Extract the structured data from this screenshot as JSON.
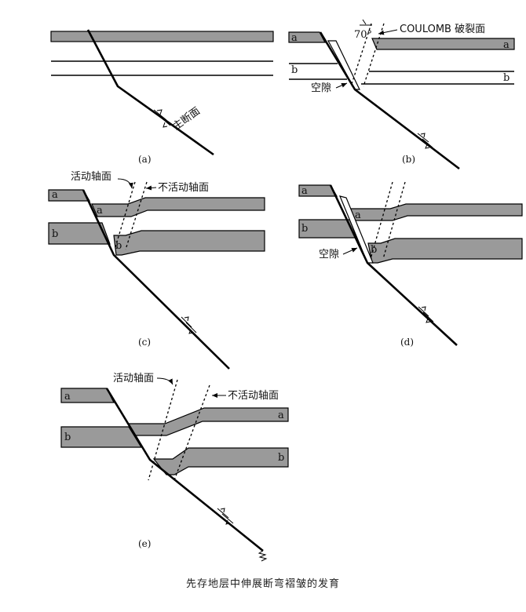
{
  "panels": {
    "a": {
      "tag": "(a)",
      "fault_label": "主断面"
    },
    "b": {
      "tag": "(b)",
      "angle": "70°",
      "coulomb": "COULOMB 破裂面",
      "gap": "空隙",
      "layer_a": "a",
      "layer_b": "b"
    },
    "c": {
      "tag": "(c)",
      "active": "活动轴面",
      "inactive": "不活动轴面",
      "layer_a": "a",
      "layer_b": "b"
    },
    "d": {
      "tag": "(d)",
      "gap": "空隙",
      "layer_a": "a",
      "layer_b": "b"
    },
    "e": {
      "tag": "(e)",
      "active": "活动轴面",
      "inactive": "不活动轴面",
      "layer_a": "a",
      "layer_b": "b"
    }
  },
  "caption": "先存地层中伸展断弯褶皱的发育"
}
